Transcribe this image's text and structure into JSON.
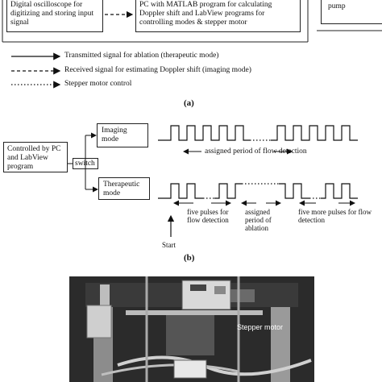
{
  "panel_a": {
    "oscilloscope_box": "Digital oscilloscope for digitizing and storing input signal",
    "pc_box": "PC with MATLAB program for calculating Doppler shift and LabView programs for controlling modes & stepper motor",
    "pump_box": "pump",
    "legend": [
      {
        "label": "Transmitted signal for ablation (therapeutic mode)",
        "style": "solid"
      },
      {
        "label": "Received signal for estimating Doppler shift (imaging mode)",
        "style": "dashed"
      },
      {
        "label": "Stepper motor control",
        "style": "dotted"
      }
    ],
    "caption": "(a)"
  },
  "panel_b": {
    "controller_box": "Controlled by PC and LabView program",
    "switch_box": "switch",
    "imaging_box": "Imaging mode",
    "therapeutic_box": "Therapeutic mode",
    "flow_period_label": "assigned period of flow detection",
    "five_pulses_label": "five pulses for flow detection",
    "ablation_label": "assigned period of ablation",
    "five_more_label": "five more pulses for flow detection",
    "start_label": "Start",
    "caption": "(b)"
  },
  "photo": {
    "stepper_label": "Stepper motor"
  }
}
